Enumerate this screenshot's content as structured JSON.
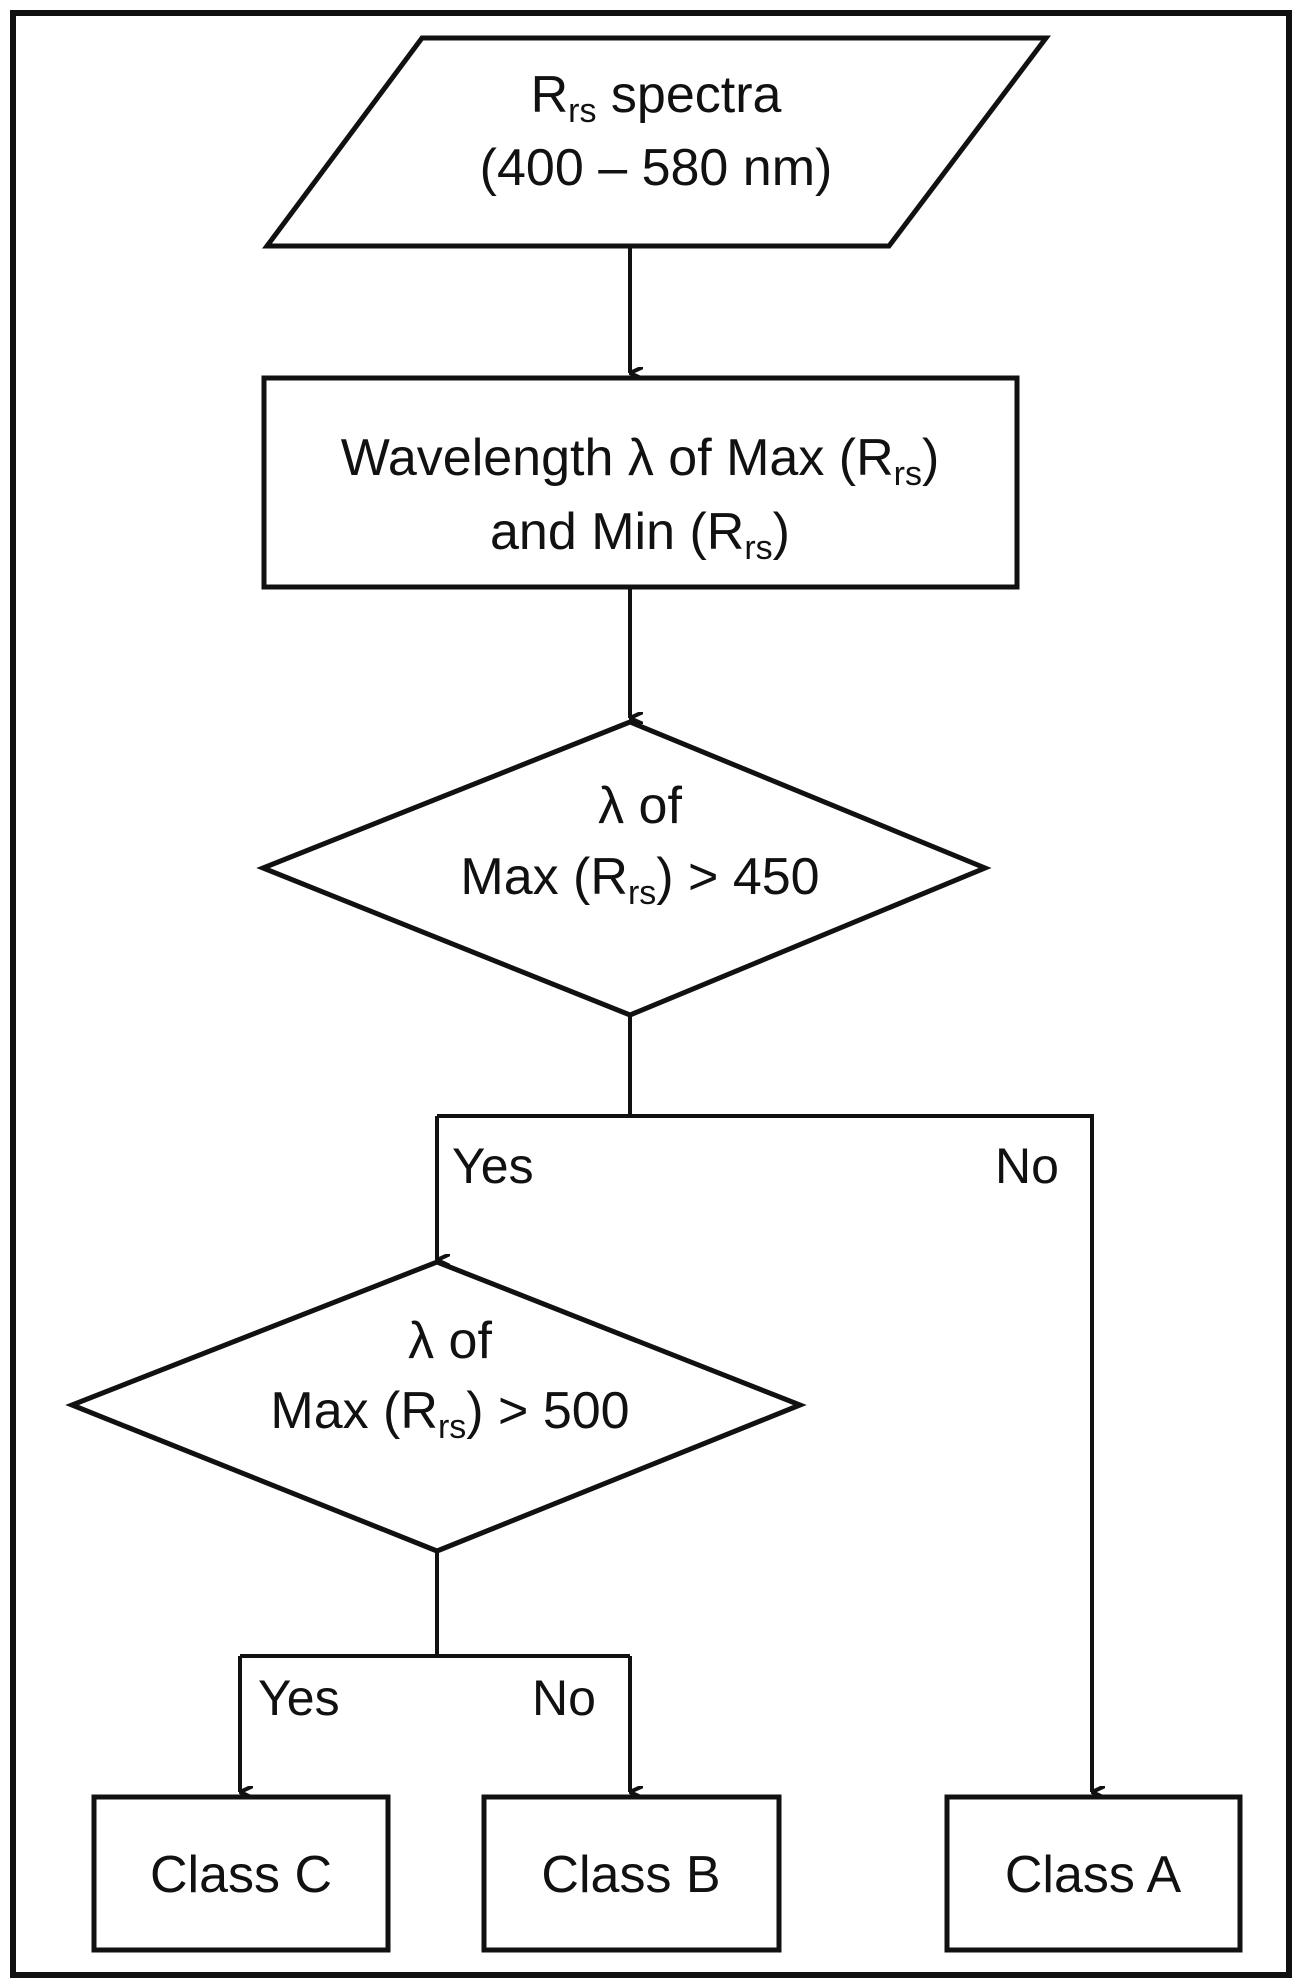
{
  "diagram": {
    "input": {
      "line1_R": "R",
      "line1_sub": "rs",
      "line1_rest": " spectra",
      "line2": "(400 – 580 nm)"
    },
    "process": {
      "line1_pre": "Wavelength λ of Max (R",
      "line1_sub": "rs",
      "line1_post": ")",
      "line2_pre": "and Min (R",
      "line2_sub": "rs",
      "line2_post": ")"
    },
    "decision1": {
      "line1": "λ of",
      "line2_pre": "Max (R",
      "line2_sub": "rs",
      "line2_post": ") > 450"
    },
    "decision2": {
      "line1": "λ of",
      "line2_pre": "Max (R",
      "line2_sub": "rs",
      "line2_post": ") > 500"
    },
    "labels": {
      "d1_yes": "Yes",
      "d1_no": "No",
      "d2_yes": "Yes",
      "d2_no": "No"
    },
    "outputs": {
      "class_c": "Class C",
      "class_b": "Class B",
      "class_a": "Class A"
    },
    "colors": {
      "stroke": "#111111",
      "fill": "#ffffff"
    }
  }
}
